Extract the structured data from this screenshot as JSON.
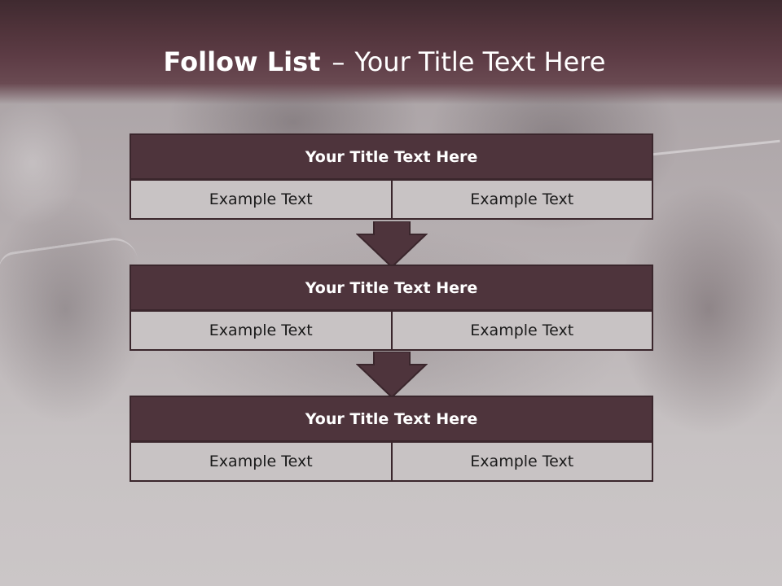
{
  "slide": {
    "title_bold": "Follow List",
    "title_dash": "–",
    "title_rest": "Your Title Text Here"
  },
  "colors": {
    "header_bar": "#5d3c45",
    "block_header": "#4e343c",
    "cell_fill": "#c8c3c4",
    "border": "#3a262c"
  },
  "blocks": [
    {
      "title": "Your Title Text Here",
      "cells": [
        "Example Text",
        "Example Text"
      ]
    },
    {
      "title": "Your Title Text Here",
      "cells": [
        "Example Text",
        "Example Text"
      ]
    },
    {
      "title": "Your Title Text Here",
      "cells": [
        "Example Text",
        "Example Text"
      ]
    }
  ],
  "connectors": [
    "down-arrow-icon",
    "down-arrow-icon"
  ]
}
